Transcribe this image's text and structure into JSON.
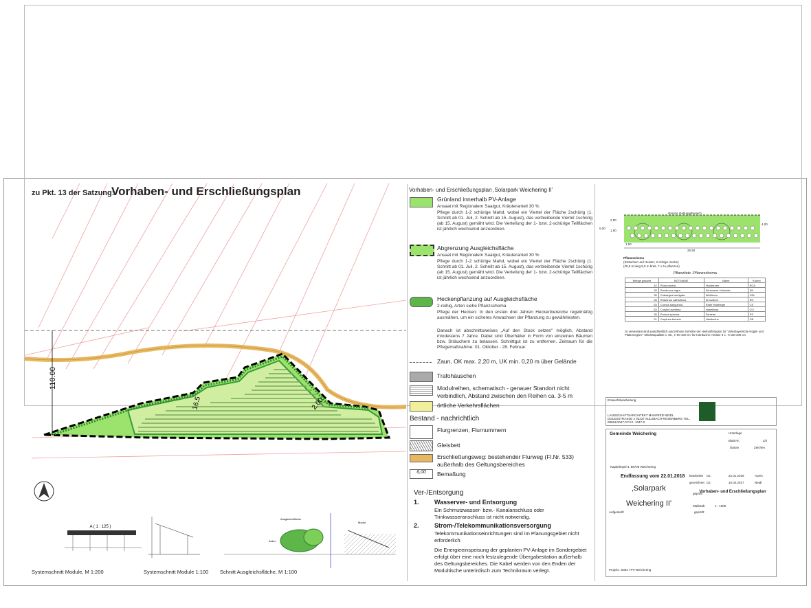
{
  "header": {
    "pre": "zu Pkt. 13 der Satzung:",
    "title": "Vorhaben- und Erschließungsplan"
  },
  "map": {
    "dim_left": "110.00",
    "dim_inner": "16.5",
    "dim_right": "2.00"
  },
  "legend": {
    "title": "Vorhaben- und Erschließungsplan ‚Solarpark Weichering II'",
    "items": [
      {
        "label": "Grünland innerhalb PV-Anlage",
        "sub": "Ansaat mit Regionalem Saatgut, Kräuteranteil 30 %",
        "desc": "Pflege durch 1-2 schürige Mahd, wobei ein Viertel der Fläche 2schürig (1. Schnitt ab 01. Juli, 2. Schnitt ab 15. August), das verbleibende Viertel 1schürig (ab 15. August) gemäht wird. Die Verteilung der 1- bzw. 2-schürige Teilflächen ist jährlich wechselnd anzuordnen."
      },
      {
        "label": "Abgrenzung Ausgleichsfläche",
        "sub": "Ansaat mit Regionalem Saatgut, Kräuteranteil 30 %",
        "desc": "Pflege durch 1-2 schürige Mahd, wobei ein Viertel der Fläche 2schürig (1. Schnitt ab 01. Juli, 2. Schnitt ab 15. August), das verbleibende Viertel 1schürig (ab 15. August) gemäht wird. Die Verteilung der 1- bzw. 2-schürige Teilflächen ist jährlich wechselnd anzuordnen."
      },
      {
        "label": "Heckenpflanzung auf Ausgleichsfläche",
        "sub": "2-reihig, Arten siehe Pflanzschema",
        "desc": "Pflege der Hecken: In den ersten drei Jahren Heckenbereiche regelmäßig ausmähen, um ein sicheres Anwachsen der Pflanzung zu gewährleisten.",
        "desc2": "Danach ist abschnittsweises „Auf den Stock setzen\" möglich, Abstand mindestens 7 Jahre. Dabei sind Überhälter in Form von einzelnen Bäumen bzw. Sträuchern zu belassen. Schnittgut ist zu entfernen. Zeitraum für die Pflegemaßnahme: 01. Oktober - 28. Februar."
      },
      {
        "label": "Zaun, OK max. 2,20 m, UK min. 0,20 m über Gelände"
      },
      {
        "label": "Trafohäuschen"
      },
      {
        "label": "Modulreihen, schematisch - genauer Standort nicht verbindlich, Abstand zwischen den Reihen ca. 3-5 m"
      },
      {
        "label": "örtliche Verkehrsflächen"
      }
    ],
    "bestand_title": "Bestand - nachrichtlich",
    "bestand": [
      {
        "label": "Flurgrenzen, Flurnummern"
      },
      {
        "label": "Gleisbett"
      },
      {
        "label": "Erschließungsweg: bestehender Flurweg (Fl.Nr. 533) außerhalb des Geltungsbereiches"
      },
      {
        "label": "Bemaßung",
        "sym": "6,00"
      }
    ],
    "ver_title": "Ver-/Entsorgung",
    "ver": [
      {
        "num": "1.",
        "head": "Wasserver- und Entsorgung",
        "text": "Ein Schmutzwasser- bzw.- Kanalanschluss oder Trinkwasseranschluss ist nicht notwendig."
      },
      {
        "num": "2.",
        "head": "Strom-/Telekommunikationsversorgung",
        "text": "Telekommunikationseinrichtungen sind im Planungsgebiet nicht erforderlich.",
        "text2": "Die Energieeinspeisung der geplanten PV-Anlage im Sondergebiet erfolgt über eine noch festzulegende Übergabestation außerhalb des Geltungsbereiches. Die Kabel werden von den Enden der Modultische unterirdisch zum Technikraum verlegt."
      }
    ]
  },
  "sections": {
    "s1": "Systemschnitt Module, M 1:200",
    "s2": "Systemschnitt Module 1:100",
    "s3": "Schnitt Ausgleichsfläche, M 1:100",
    "s1_label": "A ( 1 : 125 )",
    "s3_label1": "Ausgleichsfläche",
    "s3_label2": "Modul",
    "s3_label3": "Acker"
  },
  "schema": {
    "top": "Grenze Geltungsbereich",
    "dims": [
      "5.00",
      "2.50",
      "1.50",
      "1.50",
      "4.00",
      "25.50"
    ],
    "label": "Pflanzschema",
    "sub1": "(Sträucher und Heister, 2-reihige Hecke)",
    "sub2": "(25,5 m lang 5,0 m breit, 7 x zu pflanzen)"
  },
  "plants": {
    "title": "Pflanzliste -Pflanzschema",
    "headers": [
      "Menge gesamt",
      "BOT.NAME",
      "Name",
      "Kürzel"
    ],
    "rows": [
      [
        "42",
        "Rosa canina",
        "Hundsrose",
        "RCA"
      ],
      [
        "28",
        "Sambucus nigra",
        "Schwarzer Holunder",
        "SN"
      ],
      [
        "35",
        "Crataegus laevigata",
        "Weißdorn",
        "CRL"
      ],
      [
        "28",
        "Rhamnus catharticus",
        "Kreuzdorn",
        "RH"
      ],
      [
        "63",
        "Cornus sanguinea",
        "Roter Hartriegel",
        "CS"
      ],
      [
        "63",
        "Corylus avellana",
        "Haselnuss",
        "CO"
      ],
      [
        "35",
        "Prunus spinosa",
        "Schlehe",
        "PS"
      ],
      [
        "21",
        "Carpinus betulus",
        "Hainbuche",
        "CB"
      ]
    ],
    "note": "zu verwenden sind ausschließlich autochthone Gehölze der Herkunftsregion 16 \"Unterbayerische Hügel- und Plattenregion\"; Mindestqualität: v. Str., H 60-100 cm; für Hainbuche: Heister 3 v., H 150-200 cm"
  },
  "titleblock": {
    "entwurf": "Entwurfsbearbeitung",
    "office": "LANDSCHAFTSARCHITEKT MANFRED NEIDL DOLESSTRASSE 2 92237 SULZBACH-ROSENBERG TEL. 09661/1047-0 FAX. 1047-9",
    "gemeinde": "Gemeinde Weichering",
    "unterlage": "Unterlage",
    "blatt": "Blatt Nr.",
    "blatt_val": "2/2",
    "datum": "Datum",
    "zeichen": "Zeichen",
    "endfassung": "Endfassung vom 22.01.2018",
    "bearbeitet": "bearbeitet",
    "gezeichnet": "gezeichnet",
    "geprueft": "geprüft",
    "gz": "Gz.",
    "date1": "22.01.2018",
    "date2": "10.04.2017",
    "name1": "Aures",
    "name2": "Neidl",
    "proj1": "‚Solarpark",
    "proj2": "Weichering II'",
    "plan": "Vorhaben- und Erschließungsplan",
    "massstab": "Maßstab",
    "massstab_val": "1 : 1000",
    "aufgestellt": "Aufgestellt:",
    "geprueft2": "geprüft:",
    "projekt": "Projekt : 0084 / PV-Weichering",
    "hint": "Kapitelmpel 3, 86706 Weichering"
  }
}
